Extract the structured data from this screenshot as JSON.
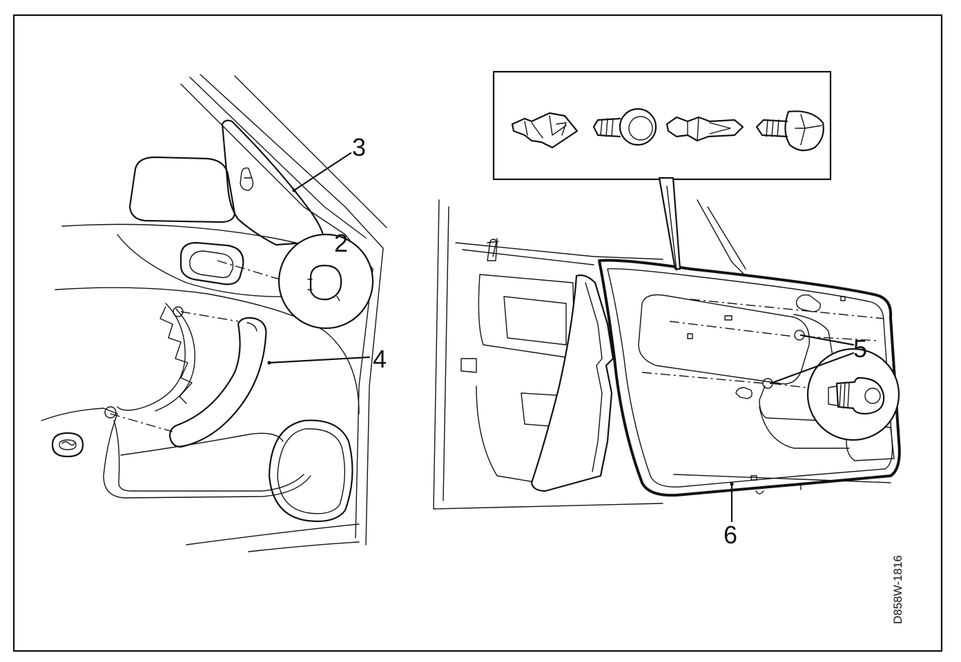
{
  "figure": {
    "code": "D858W-1816",
    "callouts": [
      {
        "id": "2",
        "label": "2"
      },
      {
        "id": "3",
        "label": "3"
      },
      {
        "id": "4",
        "label": "4"
      },
      {
        "id": "5",
        "label": "5"
      },
      {
        "id": "6",
        "label": "6"
      }
    ]
  },
  "colors": {
    "ink": "#111111",
    "paper": "#ffffff"
  },
  "icons": [
    "push-clip-icon",
    "screw-clip-icon",
    "expanding-rivet-icon",
    "bolt-clip-icon"
  ]
}
